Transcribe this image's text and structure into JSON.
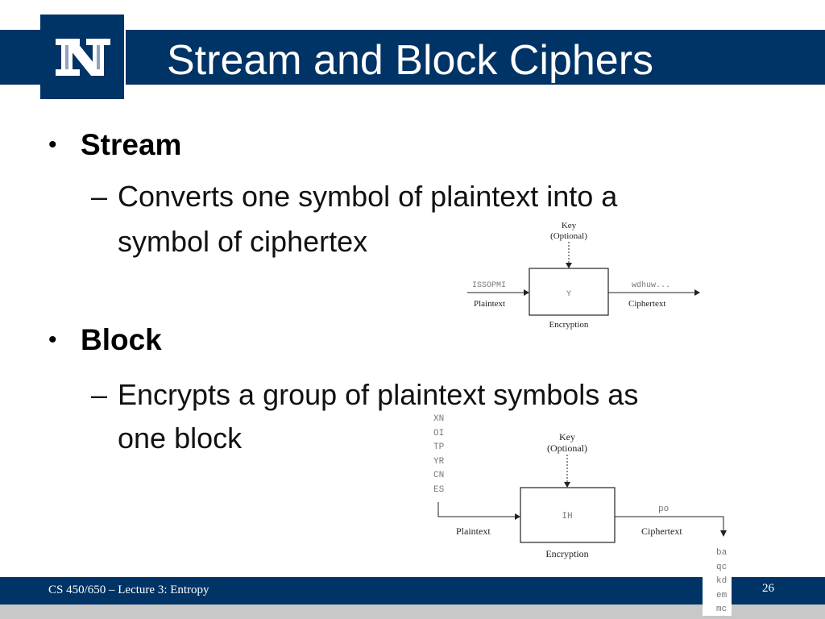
{
  "slide": {
    "title": "Stream and Block Ciphers",
    "logo_icon": "university-n-logo",
    "colors": {
      "title_bar": "#003366",
      "footer": "#003366",
      "footer_gray": "#c8c8c8"
    }
  },
  "bullets": [
    {
      "label": "Stream",
      "sub": [
        "Converts one symbol of plaintext into a",
        "symbol of ciphertex"
      ]
    },
    {
      "label": "Block",
      "sub": [
        "Encrypts a group of plaintext symbols as",
        "one block"
      ]
    }
  ],
  "stream_diagram": {
    "key_label": "Key",
    "key_optional": "(Optional)",
    "input_text": "ISSOPMI",
    "box_text": "Y",
    "output_text": "wdhuw...",
    "plaintext_label": "Plaintext",
    "ciphertext_label": "Ciphertext",
    "encryption_label": "Encryption"
  },
  "block_diagram": {
    "key_label": "Key",
    "key_optional": "(Optional)",
    "input_column": [
      "XN",
      "OI",
      "TP",
      "YR",
      "CN",
      "ES"
    ],
    "box_text": "IH",
    "output_text": "po",
    "output_column": [
      "ba",
      "qc",
      "kd",
      "em",
      "mc"
    ],
    "plaintext_label": "Plaintext",
    "ciphertext_label": "Ciphertext",
    "encryption_label": "Encryption"
  },
  "footer": {
    "course": "CS 450/650 – Lecture 3: Entropy",
    "page_number": "26"
  }
}
